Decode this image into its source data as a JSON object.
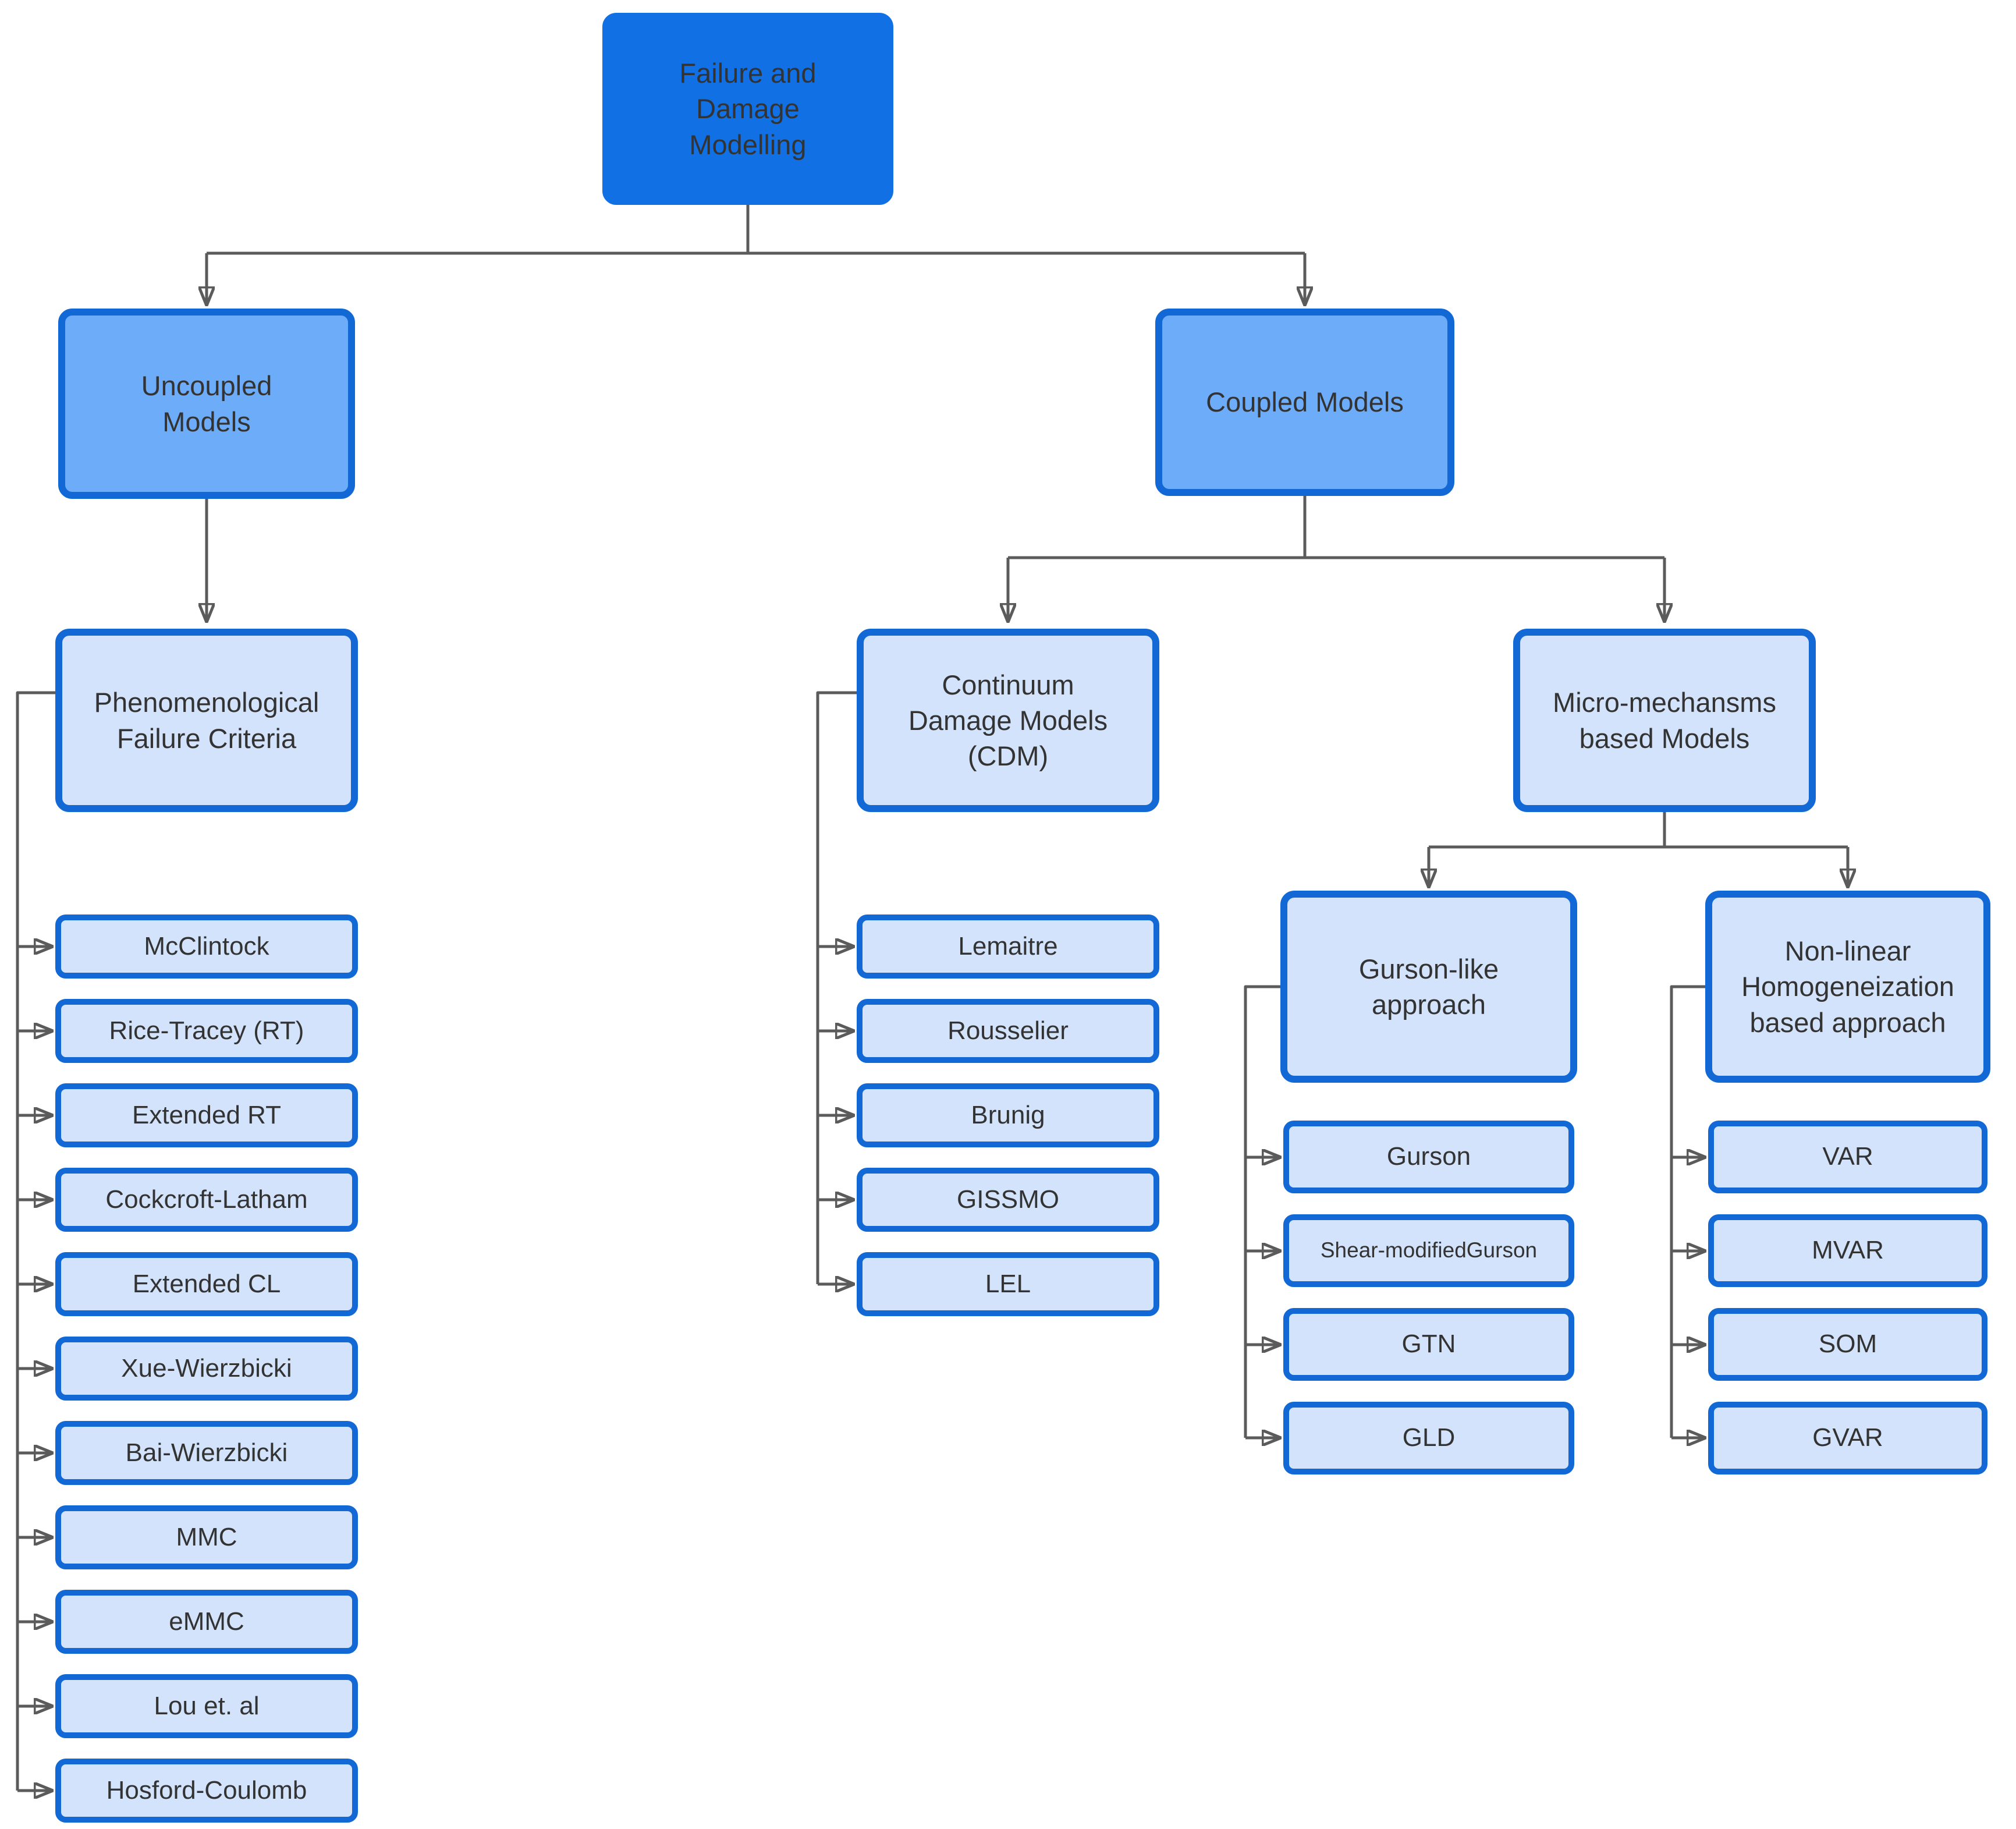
{
  "diagram": {
    "colors": {
      "root_fill": "#1170e4",
      "medium_fill": "#6cacf8",
      "light_fill": "#d2e3fb",
      "node_border": "#1269d6",
      "connector": "#5b5b5b",
      "text": "#333333",
      "background": "#ffffff"
    },
    "nodes": {
      "root": {
        "label": "Failure and\nDamage\nModelling"
      },
      "uncoupled": {
        "label": "Uncoupled\nModels"
      },
      "coupled": {
        "label": "Coupled Models"
      },
      "phenomenological": {
        "label": "Phenomenological\nFailure Criteria"
      },
      "cdm": {
        "label": "Continuum\nDamage Models\n(CDM)"
      },
      "micro_mechanisms": {
        "label": "Micro-mechansms\nbased Models"
      },
      "gurson_like": {
        "label": "Gurson-like\napproach"
      },
      "nonlinear_homogenization": {
        "label": "Non-linear\nHomogeneization\nbased approach"
      }
    },
    "lists": {
      "phenomenological": [
        "McClintock",
        "Rice-Tracey (RT)",
        "Extended RT",
        "Cockcroft-Latham",
        "Extended CL",
        "Xue-Wierzbicki",
        "Bai-Wierzbicki",
        "MMC",
        "eMMC",
        "Lou et. al",
        "Hosford-Coulomb"
      ],
      "cdm": [
        "Lemaitre",
        "Rousselier",
        "Brunig",
        "GISSMO",
        "LEL"
      ],
      "gurson_like": [
        "Gurson",
        "Shear-modifiedGurson",
        "GTN",
        "GLD"
      ],
      "nonlinear_homogenization": [
        "VAR",
        "MVAR",
        "SOM",
        "GVAR"
      ]
    }
  }
}
